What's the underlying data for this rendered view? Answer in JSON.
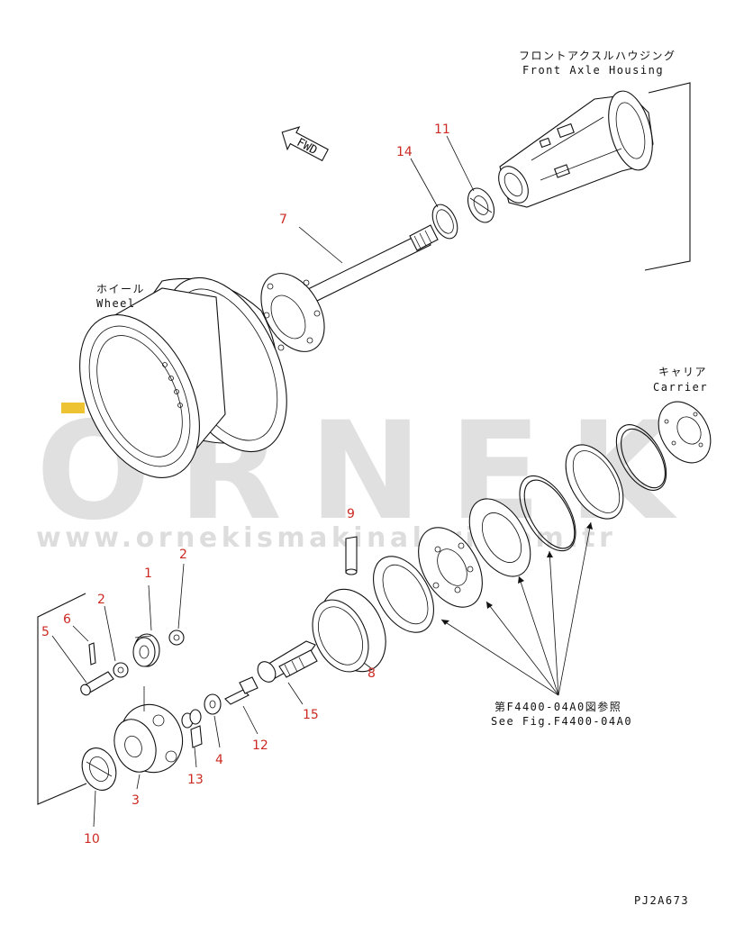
{
  "labels": {
    "housing_jp": "フロントアクスルハウジング",
    "housing_en": "Front Axle Housing",
    "wheel_jp": "ホイール",
    "wheel_en": "Wheel",
    "carrier_jp": "キャリア",
    "carrier_en": "Carrier",
    "see_fig_jp": "第F4400-04A0図参照",
    "see_fig_en": "See Fig.F4400-04A0",
    "fwd": "FWD",
    "drawing_code": "PJ2A673"
  },
  "part_numbers": {
    "p1": "1",
    "p2a": "2",
    "p2b": "2",
    "p3": "3",
    "p4": "4",
    "p5": "5",
    "p6": "6",
    "p7": "7",
    "p8": "8",
    "p9": "9",
    "p10": "10",
    "p11": "11",
    "p12": "12",
    "p13": "13",
    "p14": "14",
    "p15": "15"
  },
  "watermark": {
    "brand": "ORNEK",
    "url": "www.ornekismakinalari.com.tr",
    "accent_color": "#e8b400",
    "text_color": "#c8c8c8"
  },
  "colors": {
    "line": "#111111",
    "part_number": "#cc2a22",
    "background": "#ffffff"
  }
}
